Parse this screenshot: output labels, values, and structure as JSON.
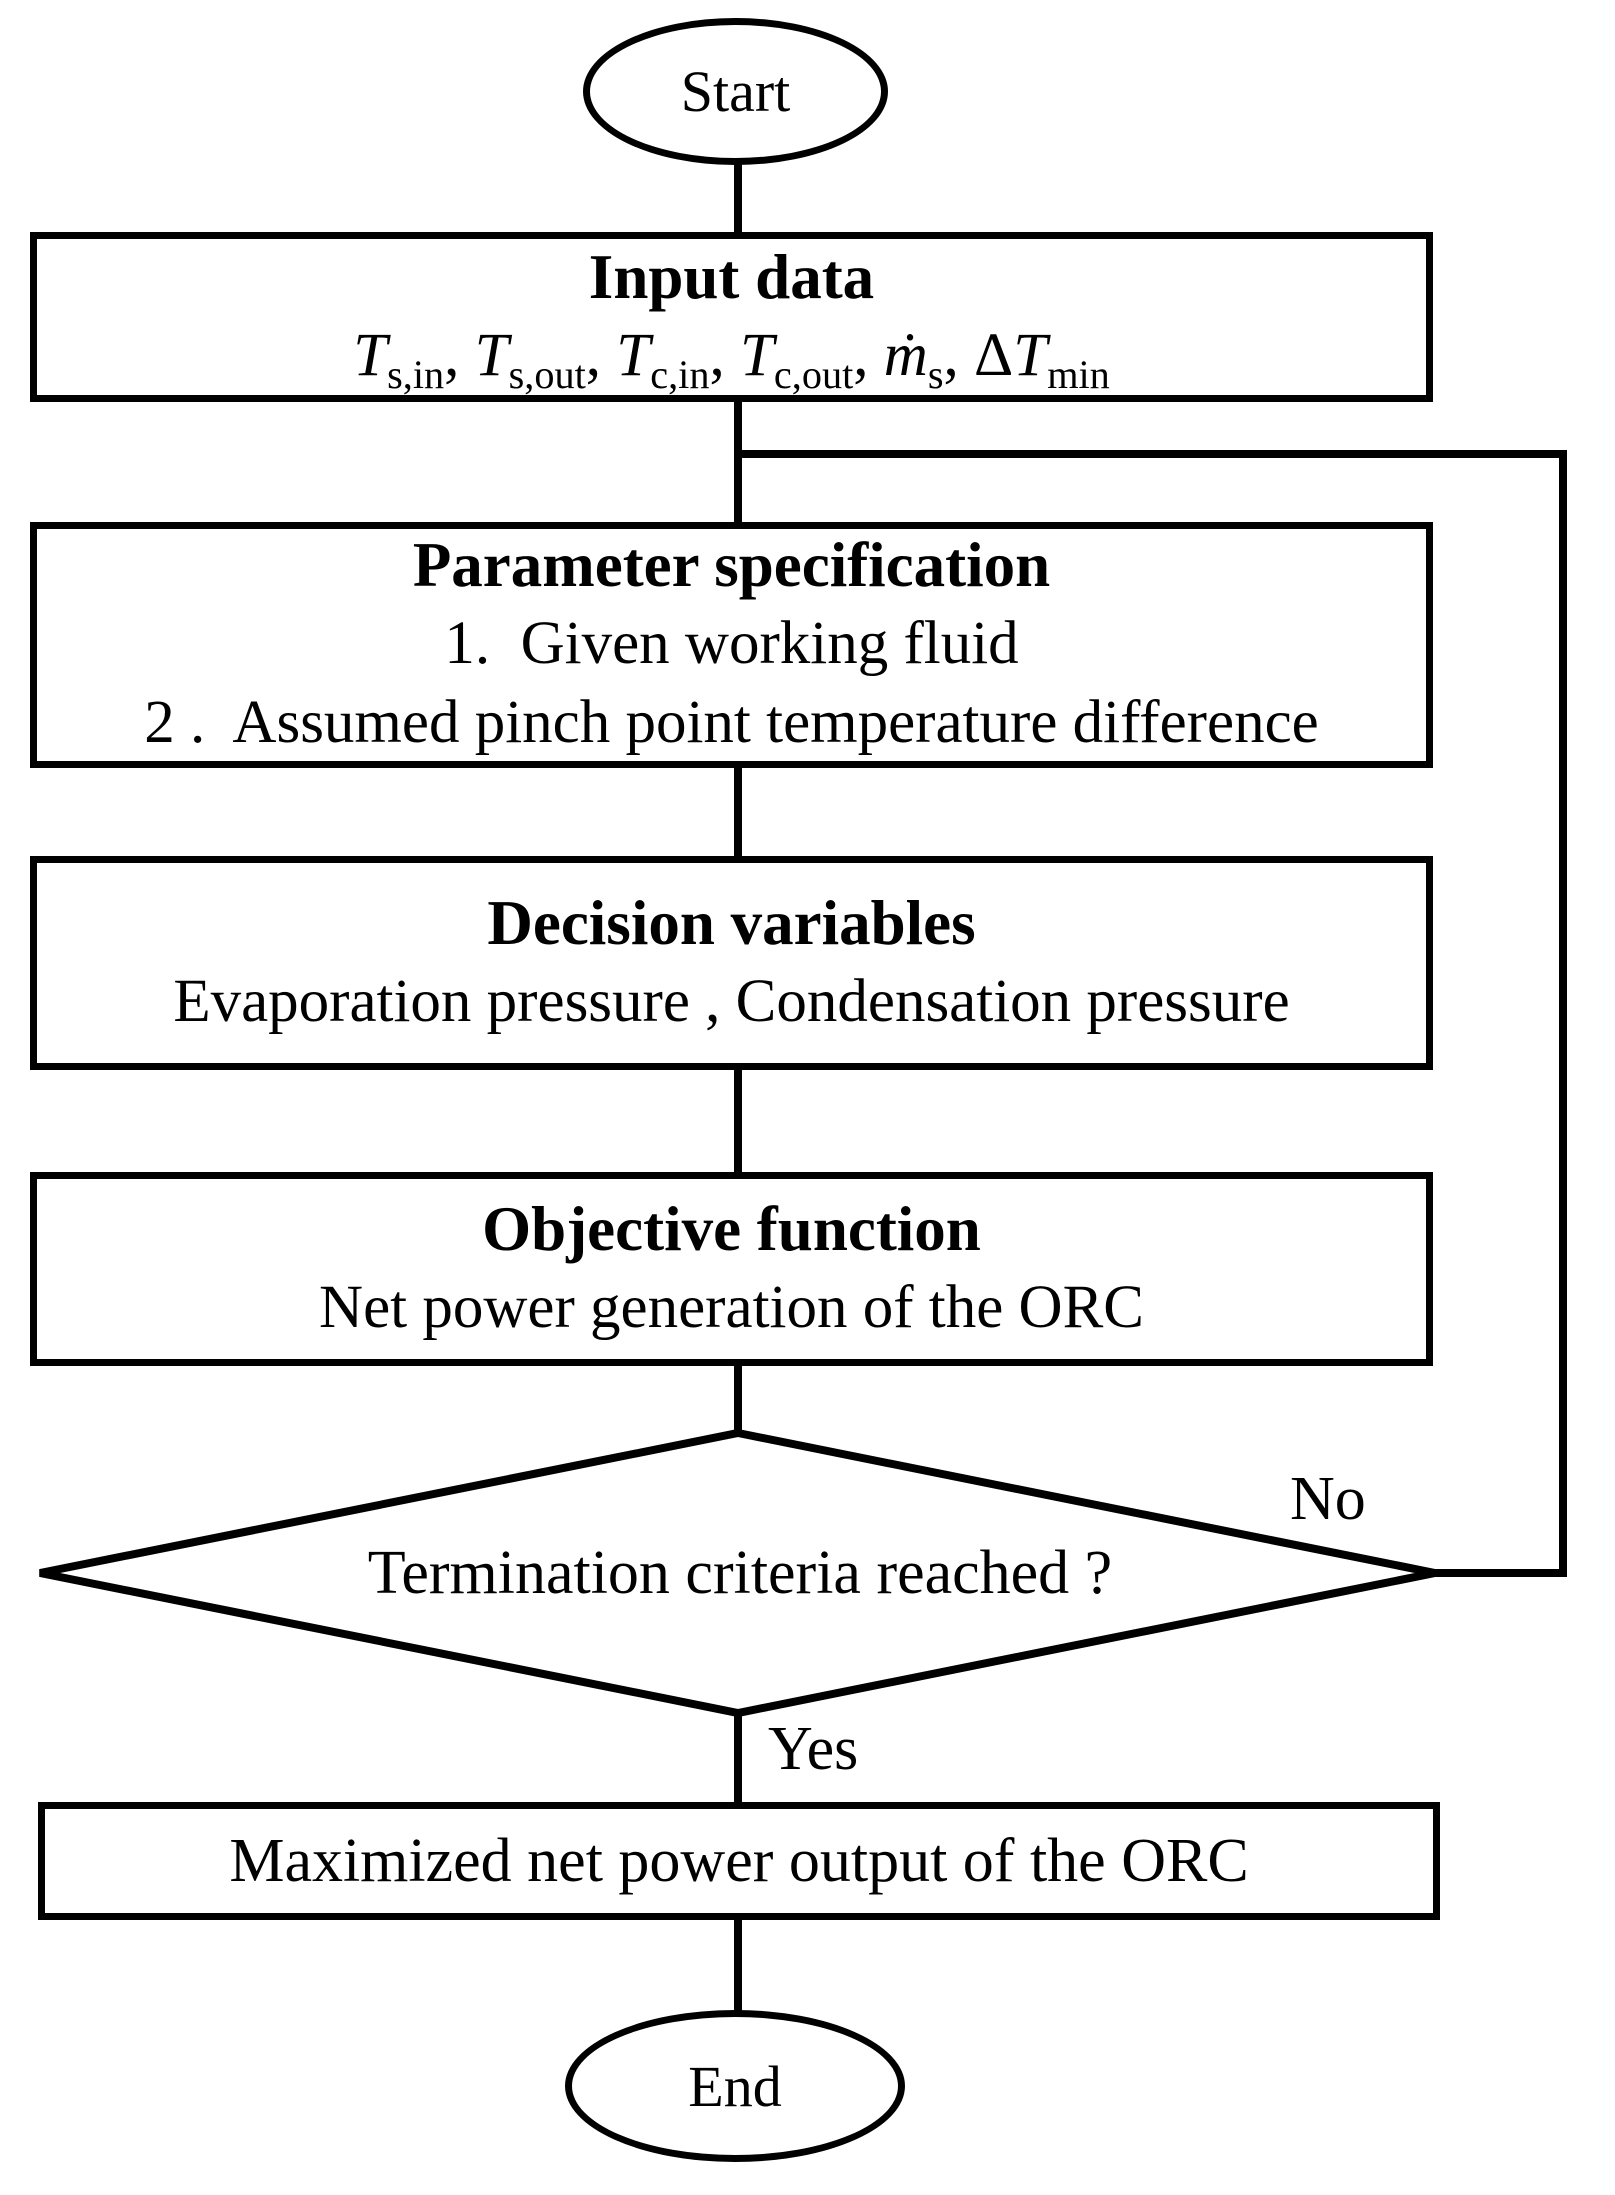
{
  "flowchart": {
    "start": {
      "label": "Start"
    },
    "input_data": {
      "title": "Input data",
      "separator": ",",
      "variables": [
        {
          "pre": "",
          "base": "T",
          "sub": "s,in"
        },
        {
          "pre": "",
          "base": "T",
          "sub": "s,out"
        },
        {
          "pre": "",
          "base": "T",
          "sub": "c,in"
        },
        {
          "pre": "",
          "base": "T",
          "sub": "c,out"
        },
        {
          "pre": "",
          "base": "ṁ",
          "sub": "s"
        },
        {
          "pre": "Δ",
          "base": "T",
          "sub": "min"
        }
      ]
    },
    "parameter_specification": {
      "title": "Parameter specification",
      "items": [
        "1.  Given working fluid",
        "2 .  Assumed pinch point temperature difference"
      ]
    },
    "decision_variables": {
      "title": "Decision variables",
      "body": "Evaporation pressure , Condensation pressure"
    },
    "objective_function": {
      "title": "Objective function",
      "body": "Net power generation of the ORC"
    },
    "termination": {
      "question": "Termination criteria reached ?",
      "no_label": "No",
      "yes_label": "Yes"
    },
    "result": {
      "label": "Maximized net power output of the ORC"
    },
    "end": {
      "label": "End"
    }
  },
  "colors": {
    "line": "#000000",
    "background": "#ffffff",
    "text": "#000000"
  }
}
